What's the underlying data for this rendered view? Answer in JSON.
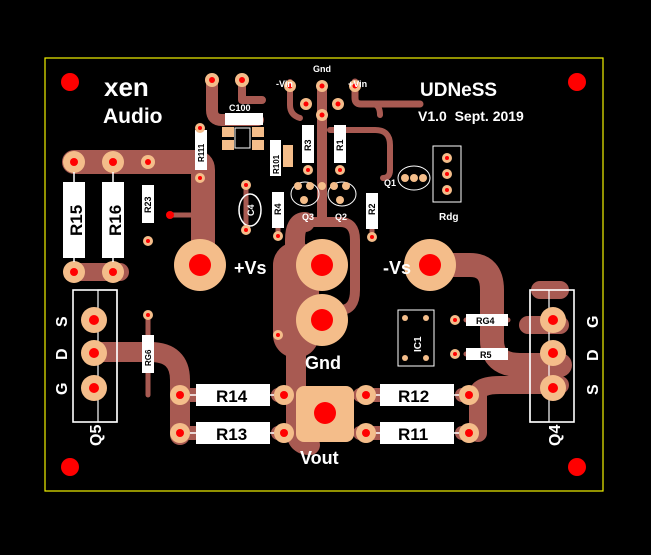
{
  "board": {
    "brand_logo": "xen",
    "brand_name": "Audio",
    "project_name": "UDNeSS",
    "version_line": "V1.0  Sept. 2019",
    "colors": {
      "background": "#000000",
      "outline": "#f2f200",
      "trace": "#a85a52",
      "pad": "#f4bd8a",
      "drill": "#ff0000",
      "silk": "#ffffff",
      "mount_hole": "#ff0000"
    }
  },
  "connectors": {
    "pos_supply": "+Vs",
    "neg_supply": "-Vs",
    "ground": "Gnd",
    "output": "Vout",
    "top_gnd": "Gnd",
    "top_neg_in": "-Vin",
    "top_pos_in": "+Vin"
  },
  "resistors_large": [
    "R15",
    "R16",
    "R14",
    "R13",
    "R12",
    "R11"
  ],
  "components_small": {
    "c100": "C100",
    "r111": "R111",
    "r101": "R101",
    "r3": "R3",
    "r1": "R1",
    "r23": "R23",
    "c4": "C4",
    "r4": "R4",
    "q3": "Q3",
    "q2": "Q2",
    "r2": "R2",
    "q1": "Q1",
    "rdg": "Rdg",
    "rg4": "RG4",
    "r5": "R5",
    "ic1": "IC1",
    "rg6": "RG6"
  },
  "mosfets": {
    "left": {
      "name": "Q5",
      "pins": [
        "S",
        "D",
        "G"
      ]
    },
    "right": {
      "name": "Q4",
      "pins": [
        "G",
        "D",
        "S"
      ]
    }
  }
}
